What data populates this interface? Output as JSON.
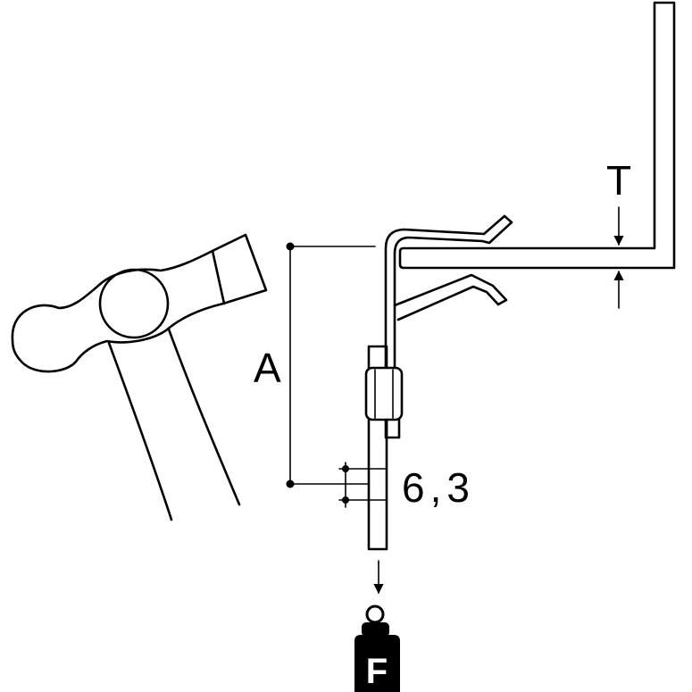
{
  "labels": {
    "thickness": "T",
    "distance": "A",
    "offset": "6,3",
    "force": "F"
  }
}
